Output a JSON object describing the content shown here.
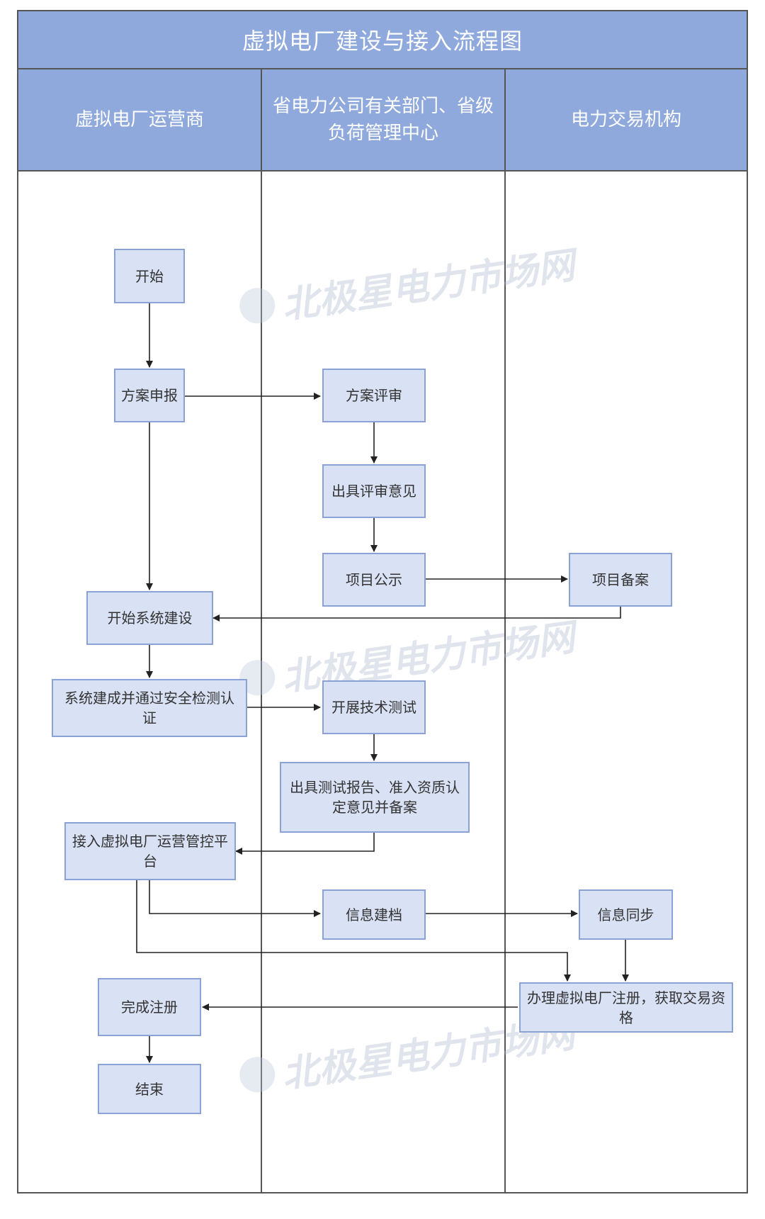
{
  "title": "虚拟电厂建设与接入流程图",
  "lanes": [
    "虚拟电厂运营商",
    "省电力公司有关部门、省级负荷管理中心",
    "电力交易机构"
  ],
  "nodes": {
    "start": "开始",
    "plan_submit": "方案申报",
    "plan_review": "方案评审",
    "review_opinion": "出具评审意见",
    "project_publicity": "项目公示",
    "project_filing": "项目备案",
    "start_build": "开始系统建设",
    "build_done": "系统建成并通过安全检测认证",
    "tech_test": "开展技术测试",
    "test_report": "出具测试报告、准入资质认定意见并备案",
    "connect_platform": "接入虚拟电厂运营管控平台",
    "info_archive": "信息建档",
    "info_sync": "信息同步",
    "register": "办理虚拟电厂注册，获取交易资格",
    "complete_register": "完成注册",
    "end": "结束"
  },
  "watermark": "北极星电力市场网"
}
